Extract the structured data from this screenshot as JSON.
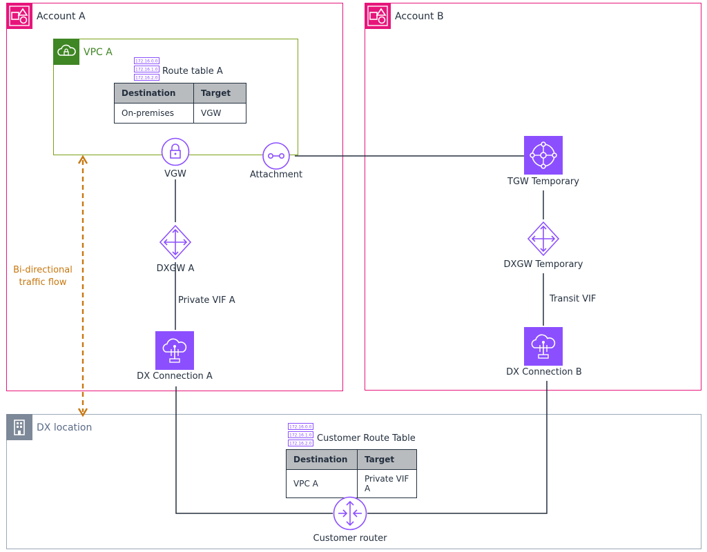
{
  "account_a": {
    "title": "Account A"
  },
  "account_b": {
    "title": "Account B"
  },
  "vpc": {
    "title": "VPC A"
  },
  "dx_location": {
    "title": "DX location"
  },
  "route_table_a": {
    "title": "Route table A",
    "icon_lines": [
      "172.16.0.0",
      "172.16.1.0",
      "172.16.2.0"
    ],
    "headers": [
      "Destination",
      "Target"
    ],
    "rows": [
      [
        "On-premises",
        "VGW"
      ]
    ]
  },
  "customer_route_table": {
    "title": "Customer Route Table",
    "icon_lines": [
      "172.16.0.0",
      "172.16.1.0",
      "172.16.2.0"
    ],
    "headers": [
      "Destination",
      "Target"
    ],
    "rows": [
      [
        "VPC A",
        "Private VIF A"
      ]
    ]
  },
  "nodes": {
    "vgw": "VGW",
    "attachment": "Attachment",
    "tgw": "TGW Temporary",
    "dxgw_a": "DXGW A",
    "dxgw_temp": "DXGW Temporary",
    "dx_conn_a": "DX Connection A",
    "dx_conn_b": "DX Connection B",
    "customer_router": "Customer router"
  },
  "links": {
    "private_vif_a": "Private VIF A",
    "transit_vif": "Transit VIF"
  },
  "traffic_note": {
    "line1": "Bi-directional",
    "line2": "traffic flow"
  },
  "colors": {
    "account_border": "#e7157b",
    "vpc_border": "#7aa116",
    "dx_border": "#9ba7b6",
    "service_purple": "#8c4fff",
    "traffic_orange": "#c7770f"
  }
}
